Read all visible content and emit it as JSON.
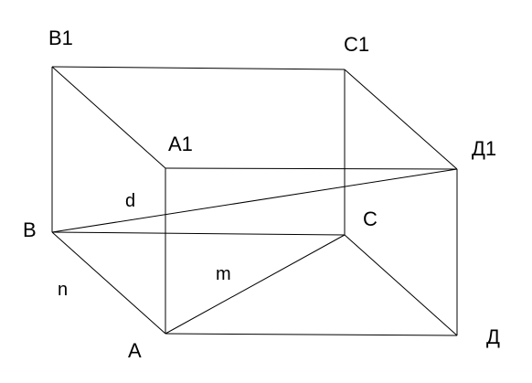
{
  "diagram": {
    "vertices": {
      "B1": "B1",
      "C1": "C1",
      "A1": "A1",
      "D1": "Д1",
      "B": "B",
      "C": "C",
      "A": "A",
      "D": "Д"
    },
    "segments": {
      "d": "d",
      "m": "m",
      "n": "n"
    },
    "line_color": "#000000",
    "background": "#ffffff"
  }
}
